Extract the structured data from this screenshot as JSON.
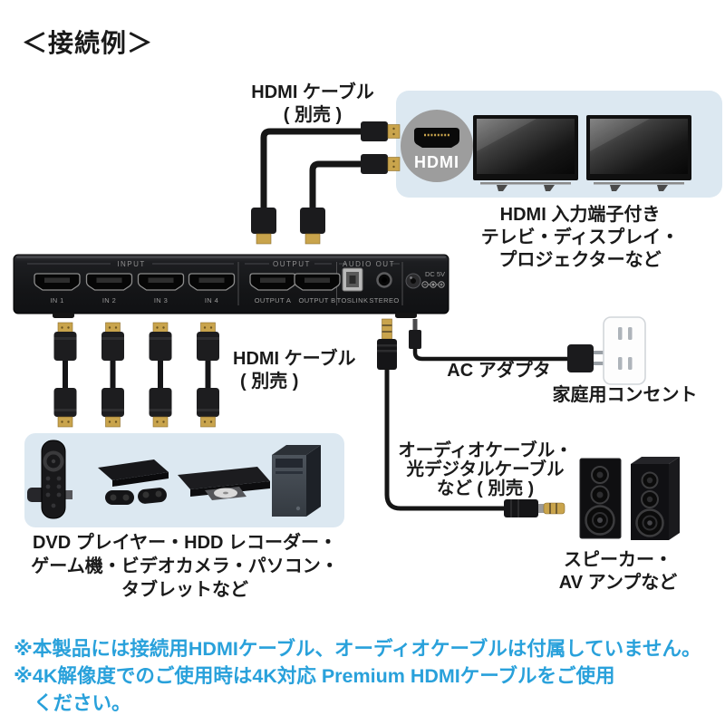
{
  "title": "＜接続例＞",
  "colors": {
    "accent_blue": "#29a1db",
    "box_blue": "#dce8f1",
    "connector_gold": "#c9a44c",
    "device_black": "#17181a"
  },
  "top": {
    "cable_label_line1": "HDMI ケーブル",
    "cable_label_line2": "( 別売 )",
    "hdmi_badge": "HDMI",
    "tv_caption_line1": "HDMI 入力端子付き",
    "tv_caption_line2": "テレビ・ディスプレイ・",
    "tv_caption_line3": "プロジェクターなど"
  },
  "device": {
    "input_group": "INPUT",
    "output_group": "OUTPUT",
    "audio_group": "AUDIO OUT",
    "dc_label": "DC 5V",
    "ports": [
      "IN 1",
      "IN 2",
      "IN 3",
      "IN 4",
      "OUTPUT A",
      "OUTPUT B",
      "TOSLINK",
      "STEREO"
    ]
  },
  "middle": {
    "cable_label_line1": "HDMI ケーブル",
    "cable_label_line2": "( 別売 )"
  },
  "right": {
    "ac_adapter_label": "AC アダプタ",
    "outlet_label": "家庭用コンセント",
    "audio_cable_line1": "オーディオケーブル・",
    "audio_cable_line2": "光デジタルケーブル",
    "audio_cable_line3": "など ( 別売 )",
    "speaker_line1": "スピーカー・",
    "speaker_line2": "AV アンプなど"
  },
  "bottom": {
    "devices_line1": "DVD プレイヤー・HDD レコーダー・",
    "devices_line2": "ゲーム機・ビデオカメラ・パソコン・",
    "devices_line3": "タブレットなど"
  },
  "footer": {
    "note1": "※本製品には接続用HDMIケーブル、オーディオケーブルは付属していません。",
    "note2": "※4K解像度でのご使用時は4K対応 Premium HDMIケーブルをご使用",
    "note3": "ください。"
  }
}
